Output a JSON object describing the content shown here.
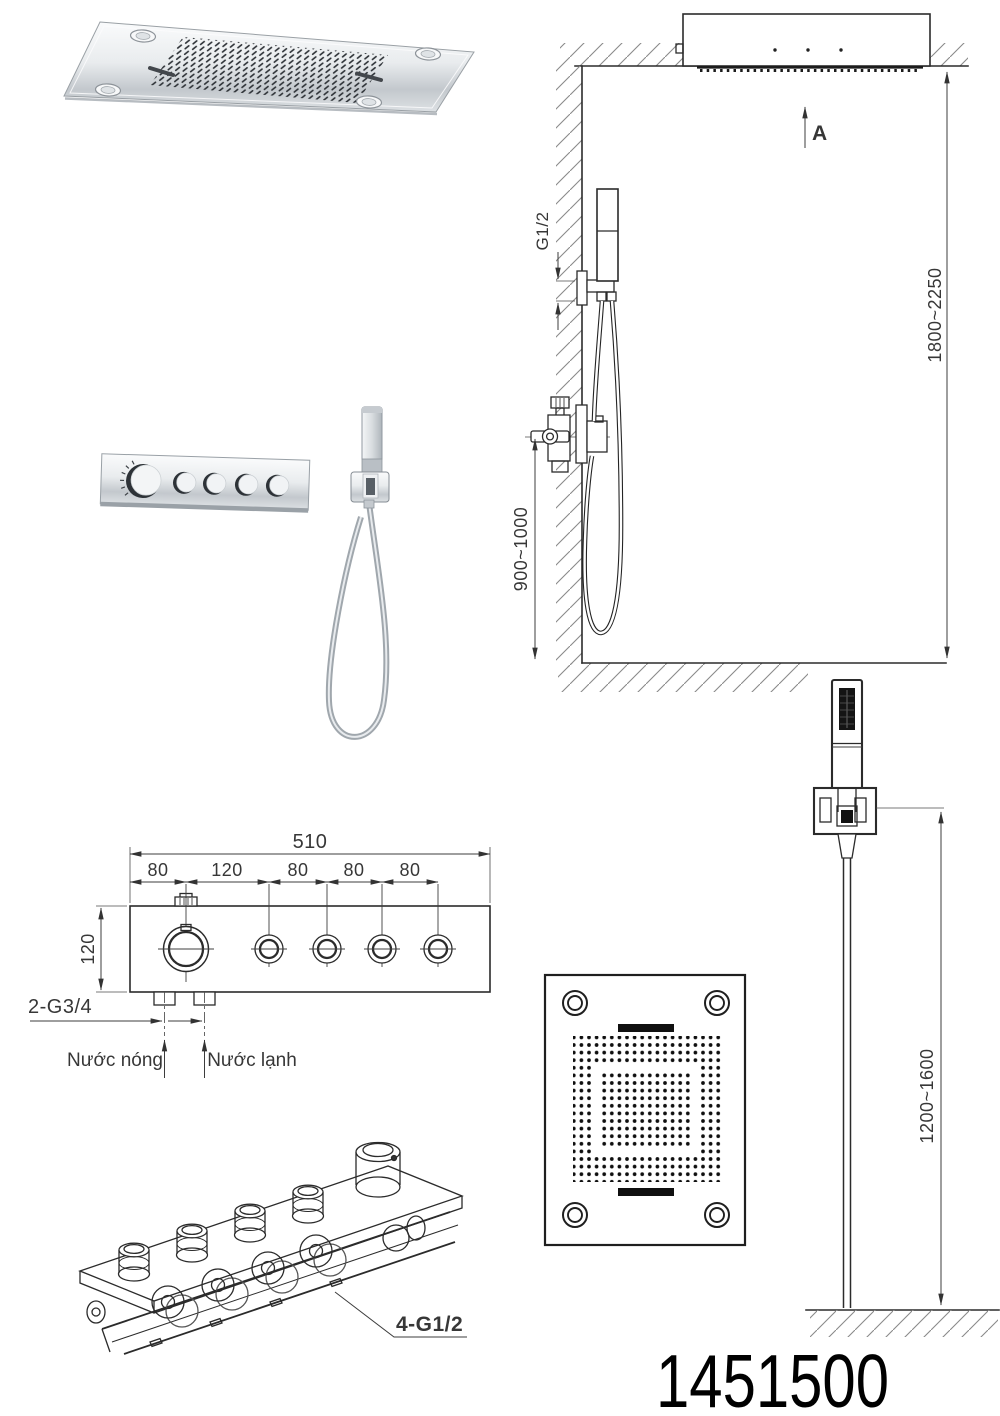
{
  "meta": {
    "product_code": "1451500"
  },
  "installation_view": {
    "section_label": "A",
    "connection_size": "G1/2",
    "head_height_range": "1800~2250",
    "mixer_height_range": "900~1000"
  },
  "mixer_front_view": {
    "overall_width": "510",
    "segments": [
      "80",
      "120",
      "80",
      "80",
      "80"
    ],
    "height": "120",
    "inlet_spec": "2-G3/4",
    "hot_label": "Nước nóng",
    "cold_label": "Nước lạnh"
  },
  "hand_shower_view": {
    "height_range": "1200~1600"
  },
  "manifold_view": {
    "outlet_spec": "4-G1/2"
  },
  "colors": {
    "line": "#2b2b2b",
    "dim": "#3c3c3c",
    "hatch": "#8a8a8a",
    "chrome": "#c9ccd0"
  }
}
